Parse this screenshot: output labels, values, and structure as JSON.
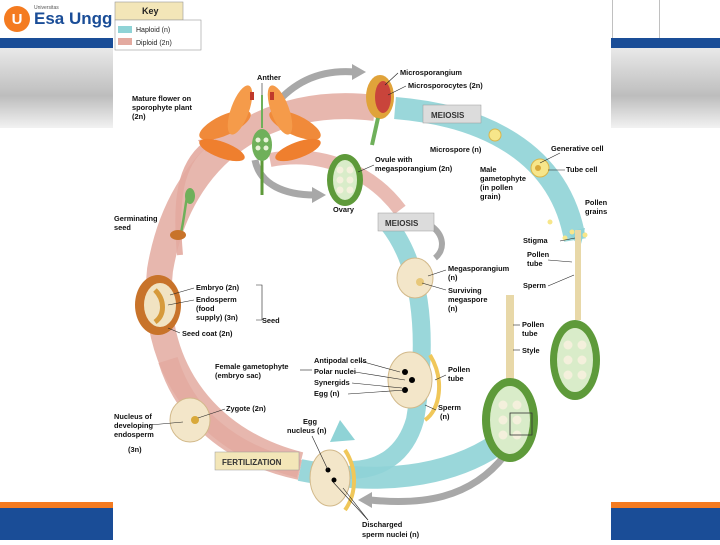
{
  "slide": {
    "logo_text": "Esa Unggul",
    "logo_subtitle": "Universitas",
    "logo_letter": "U"
  },
  "key": {
    "title": "Key",
    "items": [
      {
        "label": "Haploid (n)",
        "color": "#8fd3d6"
      },
      {
        "label": "Diploid (2n)",
        "color": "#e3aaa0"
      }
    ]
  },
  "labels": {
    "anther": "Anther",
    "mature_flower": [
      "Mature flower on",
      "sporophyte plant",
      "(2n)"
    ],
    "microsporangium": "Microsporangium",
    "microsporocytes": "Microsporocytes (2n)",
    "meiosis_top": "MEIOSIS",
    "microspore": "Microspore (n)",
    "generative_cell": "Generative cell",
    "tube_cell": "Tube cell",
    "male_gametophyte": [
      "Male",
      "gametophyte",
      "(in pollen",
      "grain)"
    ],
    "pollen_grains": [
      "Pollen",
      "grains"
    ],
    "ovule": [
      "Ovule with",
      "megasporangium (2n)"
    ],
    "ovary": "Ovary",
    "meiosis_mid": "MEIOSIS",
    "germinating_seed": [
      "Germinating",
      "seed"
    ],
    "stigma": "Stigma",
    "pollen_tube_1": [
      "Pollen",
      "tube"
    ],
    "sperm_1": "Sperm",
    "megasporangium": [
      "Megasporangium",
      "(n)"
    ],
    "surviving_megaspore": [
      "Surviving",
      "megaspore",
      "(n)"
    ],
    "embryo": "Embryo (2n)",
    "endosperm": [
      "Endosperm",
      "(food",
      "supply) (3n)"
    ],
    "seed": "Seed",
    "seed_coat": "Seed coat (2n)",
    "pollen_tube_2": [
      "Pollen",
      "tube"
    ],
    "style": "Style",
    "female_gametophyte": [
      "Female gametophyte",
      "(embryo sac)"
    ],
    "antipodal": "Antipodal cells",
    "polar_nuclei": "Polar nuclei",
    "synergids": "Synergids",
    "egg": "Egg (n)",
    "pollen_tube_3": [
      "Pollen",
      "tube"
    ],
    "sperm_2": [
      "Sperm",
      "(n)"
    ],
    "nucleus_endosperm": [
      "Nucleus of",
      "developing",
      "endosperm",
      "(3n)"
    ],
    "zygote": "Zygote (2n)",
    "egg_nucleus": [
      "Egg",
      "nucleus (n)"
    ],
    "fertilization": "FERTILIZATION",
    "discharged": [
      "Discharged",
      "sperm nuclei (n)"
    ]
  }
}
